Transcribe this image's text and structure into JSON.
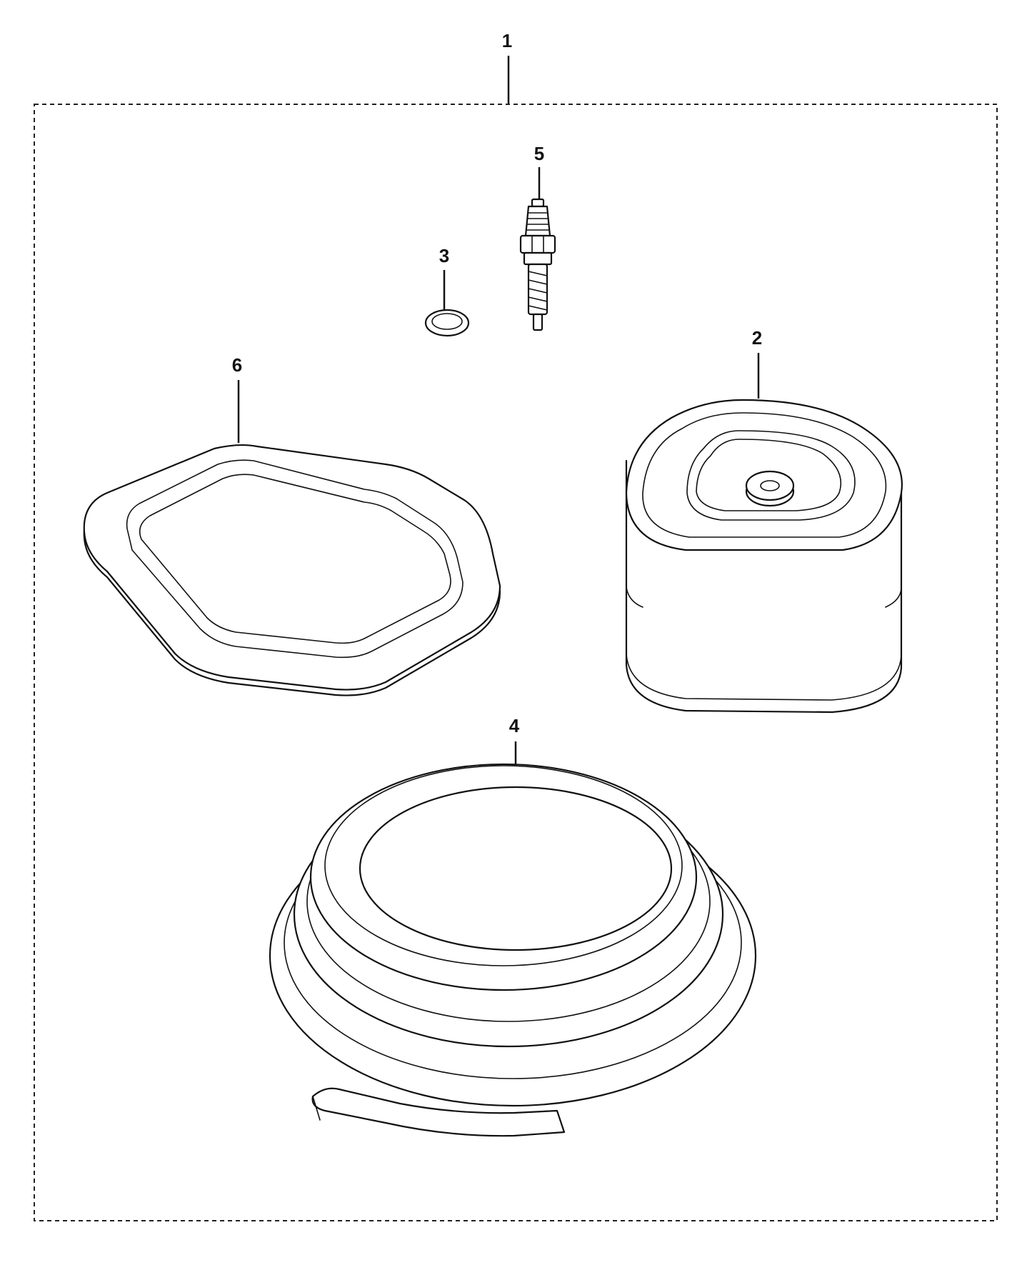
{
  "callouts": {
    "kit": "1",
    "air_filter": "2",
    "washer": "3",
    "hose": "4",
    "spark_plug": "5",
    "gasket": "6"
  }
}
